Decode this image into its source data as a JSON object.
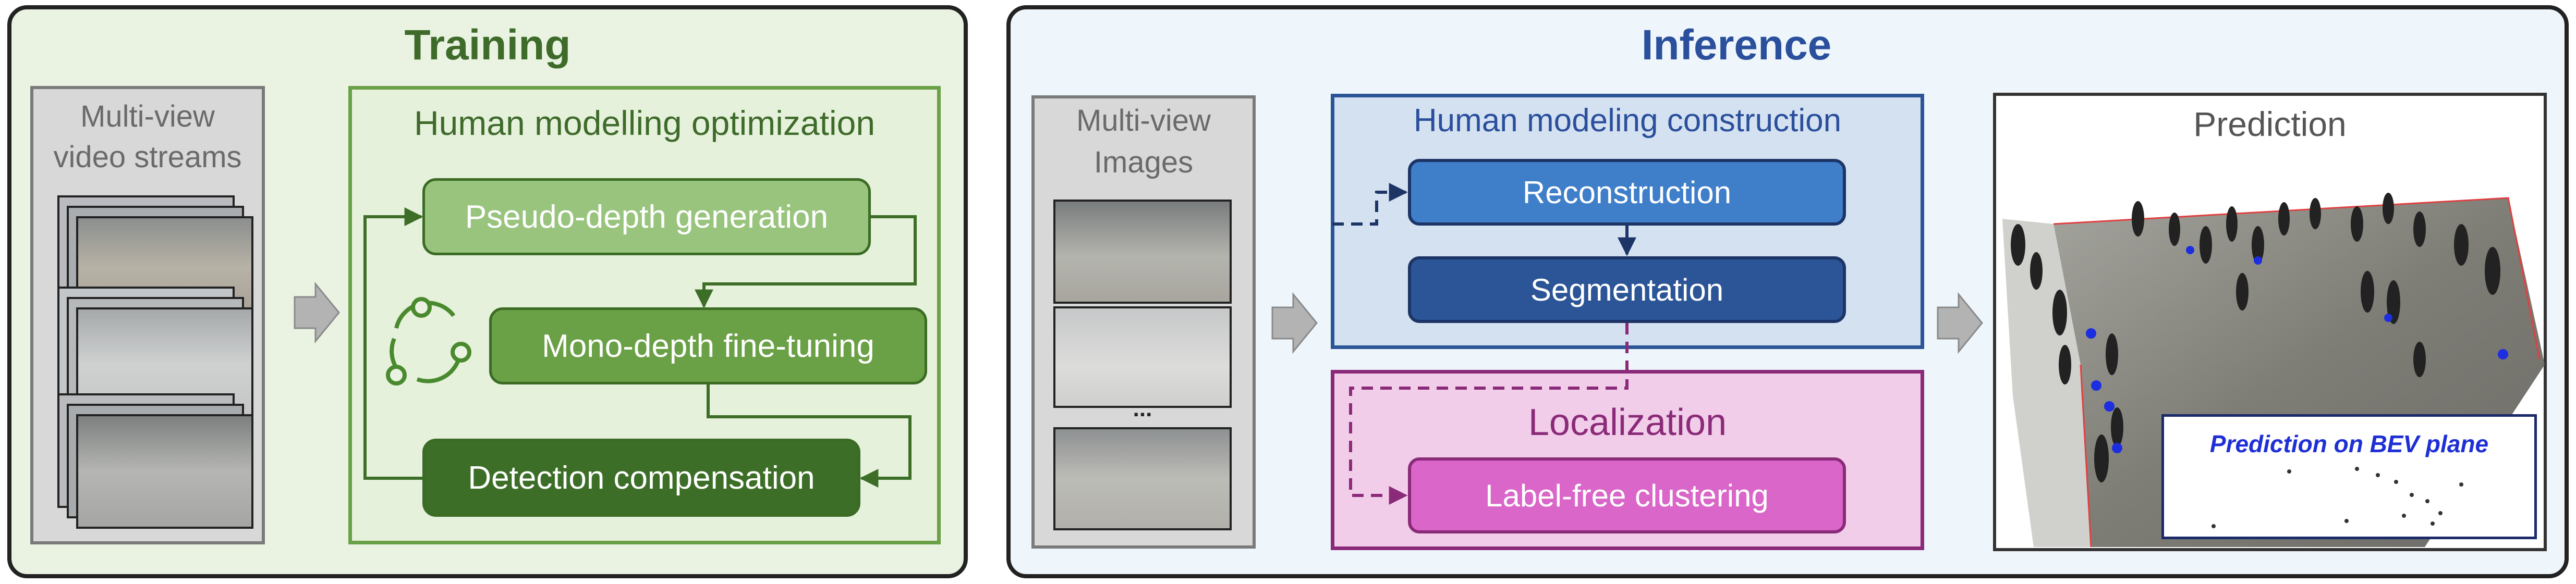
{
  "training": {
    "title": "Training",
    "input_label_line1": "Multi-view",
    "input_label_line2": "video streams",
    "group_title": "Human modelling optimization",
    "steps": [
      "Pseudo-depth generation",
      "Mono-depth fine-tuning",
      "Detection compensation"
    ]
  },
  "inference": {
    "title": "Inference",
    "input_label_line1": "Multi-view",
    "input_label_line2": "Images",
    "ellipsis": "...",
    "construction_title": "Human modeling construction",
    "construction_steps": [
      "Reconstruction",
      "Segmentation"
    ],
    "localization_title": "Localization",
    "localization_step": "Label-free clustering",
    "prediction_title": "Prediction",
    "bev_label": "Prediction on BEV plane"
  },
  "colors": {
    "training_title": "#3e6b2a",
    "inference_title": "#2a4f9c",
    "training_panel_bg": "#eaf3e2",
    "inference_panel_bg": "#eef6fb",
    "green_light": "#99c47e",
    "green_mid": "#6aa046",
    "green_dark": "#3c6e27",
    "blue_light": "#3f7ec9",
    "blue_dark": "#2c5597",
    "pink": "#d966c8",
    "bev_text": "#1f2fd6"
  },
  "icons": [
    "refresh-cycle-icon",
    "arrow-right-icon"
  ]
}
